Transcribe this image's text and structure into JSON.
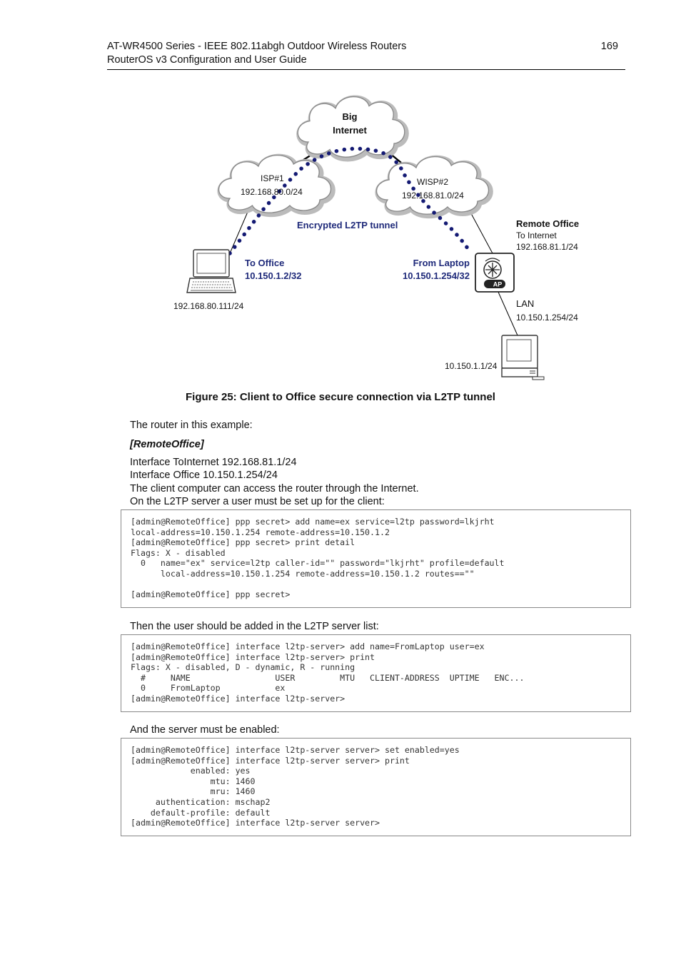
{
  "header": {
    "title": "AT-WR4500 Series - IEEE 802.11abgh Outdoor Wireless Routers",
    "subtitle": "RouterOS v3 Configuration and User Guide",
    "page_number": "169"
  },
  "diagram": {
    "cloud_top": [
      "Big",
      "Internet"
    ],
    "isp_name": "ISP#1",
    "isp_net": "192.168.80.0/24",
    "wisp_name": "WISP#2",
    "wisp_net": "192.168.81.0/24",
    "tunnel_label": "Encrypted L2TP tunnel",
    "remote_office_title": "Remote Office",
    "remote_office_iface": "To Internet",
    "remote_office_ip": "192.168.81.1/24",
    "to_office": "To Office",
    "to_office_ip": "10.150.1.2/32",
    "from_laptop": "From Laptop",
    "from_laptop_ip": "10.150.1.254/32",
    "ap_badge": "AP",
    "laptop_ip": "192.168.80.111/24",
    "lan_label": "LAN",
    "lan_ip": "10.150.1.254/24",
    "desktop_ip": "10.150.1.1/24"
  },
  "caption": "Figure 25: Client to Office secure connection via L2TP tunnel",
  "body": {
    "intro": "The router in this example:",
    "section": "[RemoteOffice]",
    "lines": [
      "Interface ToInternet 192.168.81.1/24",
      "Interface Office 10.150.1.254/24",
      "The client computer can access the router through the Internet.",
      "On the L2TP server a user must be set up for the client:"
    ],
    "then_text": "Then the user should be added in the L2TP server list:",
    "enable_text": "And the server must be enabled:"
  },
  "code_blocks": [
    "[admin@RemoteOffice] ppp secret> add name=ex service=l2tp password=lkjrht\nlocal-address=10.150.1.254 remote-address=10.150.1.2\n[admin@RemoteOffice] ppp secret> print detail\nFlags: X - disabled\n  0   name=\"ex\" service=l2tp caller-id=\"\" password=\"lkjrht\" profile=default\n      local-address=10.150.1.254 remote-address=10.150.1.2 routes==\"\"\n\n[admin@RemoteOffice] ppp secret>",
    "[admin@RemoteOffice] interface l2tp-server> add name=FromLaptop user=ex\n[admin@RemoteOffice] interface l2tp-server> print\nFlags: X - disabled, D - dynamic, R - running\n  #     NAME                 USER         MTU   CLIENT-ADDRESS  UPTIME   ENC...\n  0     FromLaptop           ex\n[admin@RemoteOffice] interface l2tp-server>",
    "[admin@RemoteOffice] interface l2tp-server server> set enabled=yes\n[admin@RemoteOffice] interface l2tp-server server> print\n            enabled: yes\n                mtu: 1460\n                mru: 1460\n     authentication: mschap2\n    default-profile: default\n[admin@RemoteOffice] interface l2tp-server server>"
  ],
  "colors": {
    "accent": "#1f2a7a",
    "dots": "#141a73"
  }
}
